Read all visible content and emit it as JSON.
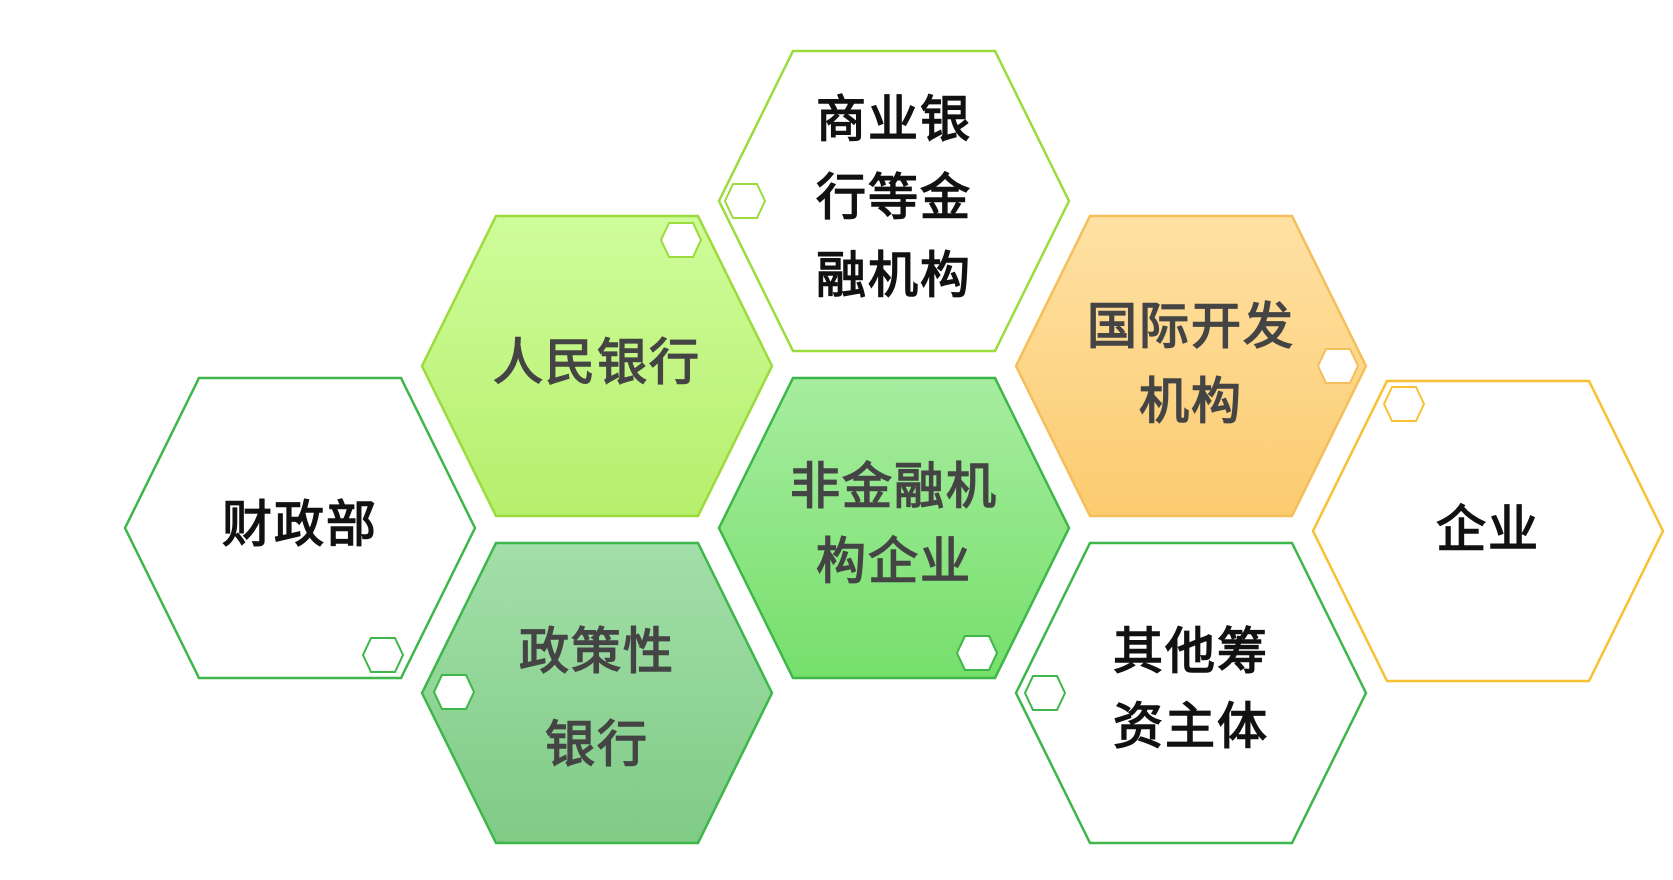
{
  "colors": {
    "green_outline": "#3db64a",
    "lime_outline": "#9bdb3d",
    "yellow_outline": "#f6c232",
    "orange_outline": "#f4bf5a",
    "text_dark": "#111111",
    "text_muted": "#444444"
  },
  "hexagons": [
    {
      "id": "mof",
      "label_lines": [
        "财政部"
      ],
      "style": "white-green"
    },
    {
      "id": "pboc",
      "label_lines": [
        "人民银行"
      ],
      "style": "lime"
    },
    {
      "id": "policy-bank",
      "label_lines": [
        "政策性",
        "银行"
      ],
      "style": "mid-green"
    },
    {
      "id": "commercial-bank",
      "label_lines": [
        "商业银",
        "行等金",
        "融机构"
      ],
      "style": "white-lime"
    },
    {
      "id": "nonfinancial",
      "label_lines": [
        "非金融机",
        "构企业"
      ],
      "style": "green"
    },
    {
      "id": "intl-dev",
      "label_lines": [
        "国际开发",
        "机构"
      ],
      "style": "orange"
    },
    {
      "id": "other-issuers",
      "label_lines": [
        "其他筹",
        "资主体"
      ],
      "style": "white-green"
    },
    {
      "id": "enterprise",
      "label_lines": [
        "企业"
      ],
      "style": "white-yellow"
    }
  ]
}
